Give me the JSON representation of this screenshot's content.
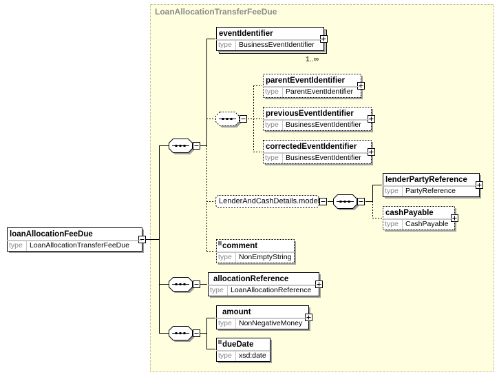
{
  "complex_type_title": "LoanAllocationTransferFeeDue",
  "root": {
    "name": "loanAllocationFeeDue",
    "type_label": "type",
    "type": "LoanAllocationTransferFeeDue"
  },
  "elements": {
    "event_identifier": {
      "name": "eventIdentifier",
      "type_label": "type",
      "type": "BusinessEventIdentifier",
      "occurrence": "1..∞"
    },
    "parent_event_identifier": {
      "name": "parentEventIdentifier",
      "type_label": "type",
      "type": "ParentEventIdentifier"
    },
    "previous_event_identifier": {
      "name": "previousEventIdentifier",
      "type_label": "type",
      "type": "BusinessEventIdentifier"
    },
    "corrected_event_identifier": {
      "name": "correctedEventIdentifier",
      "type_label": "type",
      "type": "BusinessEventIdentifier"
    },
    "lender_party_reference": {
      "name": "lenderPartyReference",
      "type_label": "type",
      "type": "PartyReference"
    },
    "cash_payable": {
      "name": "cashPayable",
      "type_label": "type",
      "type": "CashPayable"
    },
    "comment": {
      "name": "comment",
      "type_label": "type",
      "type": "NonEmptyString"
    },
    "allocation_reference": {
      "name": "allocationReference",
      "type_label": "type",
      "type": "LoanAllocationReference"
    },
    "amount": {
      "name": "amount",
      "type_label": "type",
      "type": "NonNegativeMoney"
    },
    "due_date": {
      "name": "dueDate",
      "type_label": "type",
      "type": "xsd:date"
    }
  },
  "groups": {
    "lender_and_cash_details": {
      "name": "LenderAndCashDetails.model"
    }
  }
}
